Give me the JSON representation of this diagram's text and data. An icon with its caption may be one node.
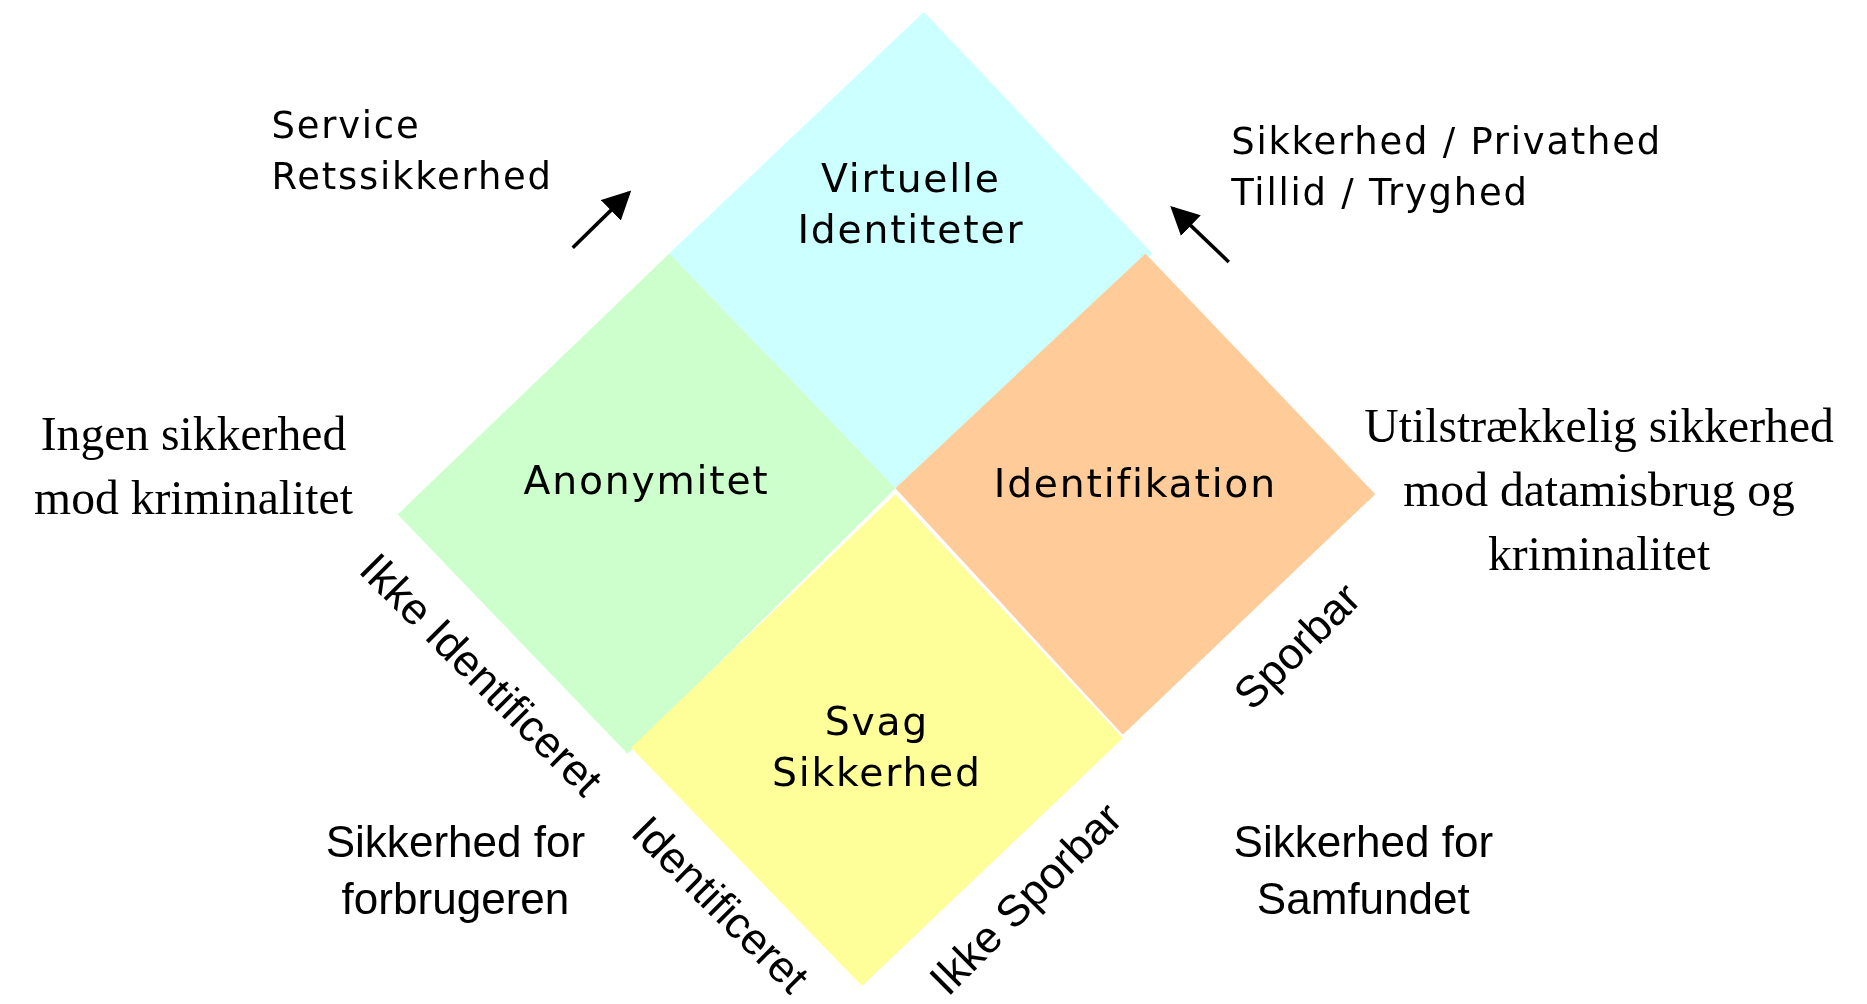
{
  "diagram": {
    "nodes": [
      {
        "text": [
          "Virtuelle Identiteter"
        ]
      },
      {
        "text": [
          "Anonymitet"
        ]
      },
      {
        "text": [
          "Identifikation"
        ]
      },
      {
        "text": [
          "Svag Sikkerhed"
        ]
      }
    ],
    "labels": [
      "Service Retssikkerhed",
      "Sikkerhed / Privathed Tillid / Tryghed",
      "Ingen sikkerhed mod kriminalitet",
      "Utilstrækkelig sikkerhed mod datamisbrug og kriminalitet",
      "Ikke Identificeret",
      "Sporbar",
      "Sikkerhed for forbrugeren",
      "Identificeret",
      "Ikke Sporbar",
      "Sikkerhed for Samfundet"
    ]
  }
}
